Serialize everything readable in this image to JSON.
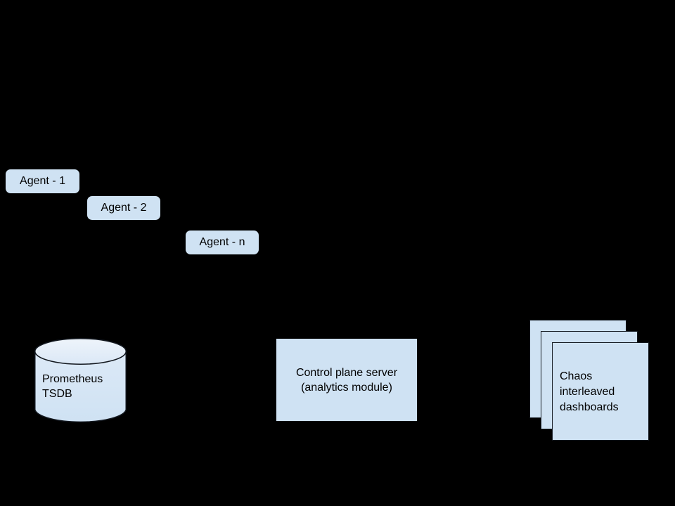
{
  "diagram": {
    "background_color": "#000000",
    "node_fill": "#cfe2f3",
    "node_stroke": "#13181f",
    "text_color": "#000000",
    "agents": [
      {
        "label": "Agent - 1"
      },
      {
        "label": "Agent - 2"
      },
      {
        "label": "Agent - n"
      }
    ],
    "datastore": {
      "label": "Prometheus\nTSDB",
      "shape": "cylinder"
    },
    "server": {
      "label": "Control plane server\n(analytics module)",
      "shape": "rectangle"
    },
    "dashboards": {
      "label": "Chaos\ninterleaved\ndashboards",
      "shape": "stacked-panels",
      "panel_count": 3
    },
    "arrow": {
      "name": "arrow-to-dashboards",
      "direction": "right"
    }
  }
}
